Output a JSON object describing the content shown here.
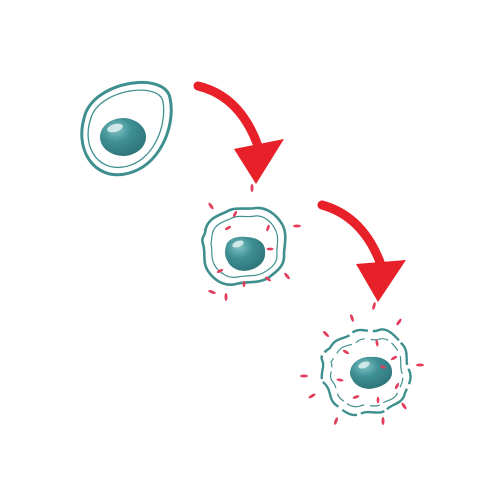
{
  "diagram": {
    "stages": [
      {
        "name": "healthy-cell",
        "icon": "intact-cell-icon"
      },
      {
        "name": "damaged-cell",
        "icon": "damaged-cell-icon"
      },
      {
        "name": "disintegrating-cell",
        "icon": "disintegrating-cell-icon"
      }
    ],
    "arrows": [
      {
        "from": "healthy-cell",
        "to": "damaged-cell"
      },
      {
        "from": "damaged-cell",
        "to": "disintegrating-cell"
      }
    ],
    "colors": {
      "membrane": "#3f8f8f",
      "nucleus": "#3d8f94",
      "nucleus_highlight": "#e8f4f4",
      "arrow": "#e8202a",
      "debris": "#e23d5c",
      "background": "#ffffff"
    }
  }
}
